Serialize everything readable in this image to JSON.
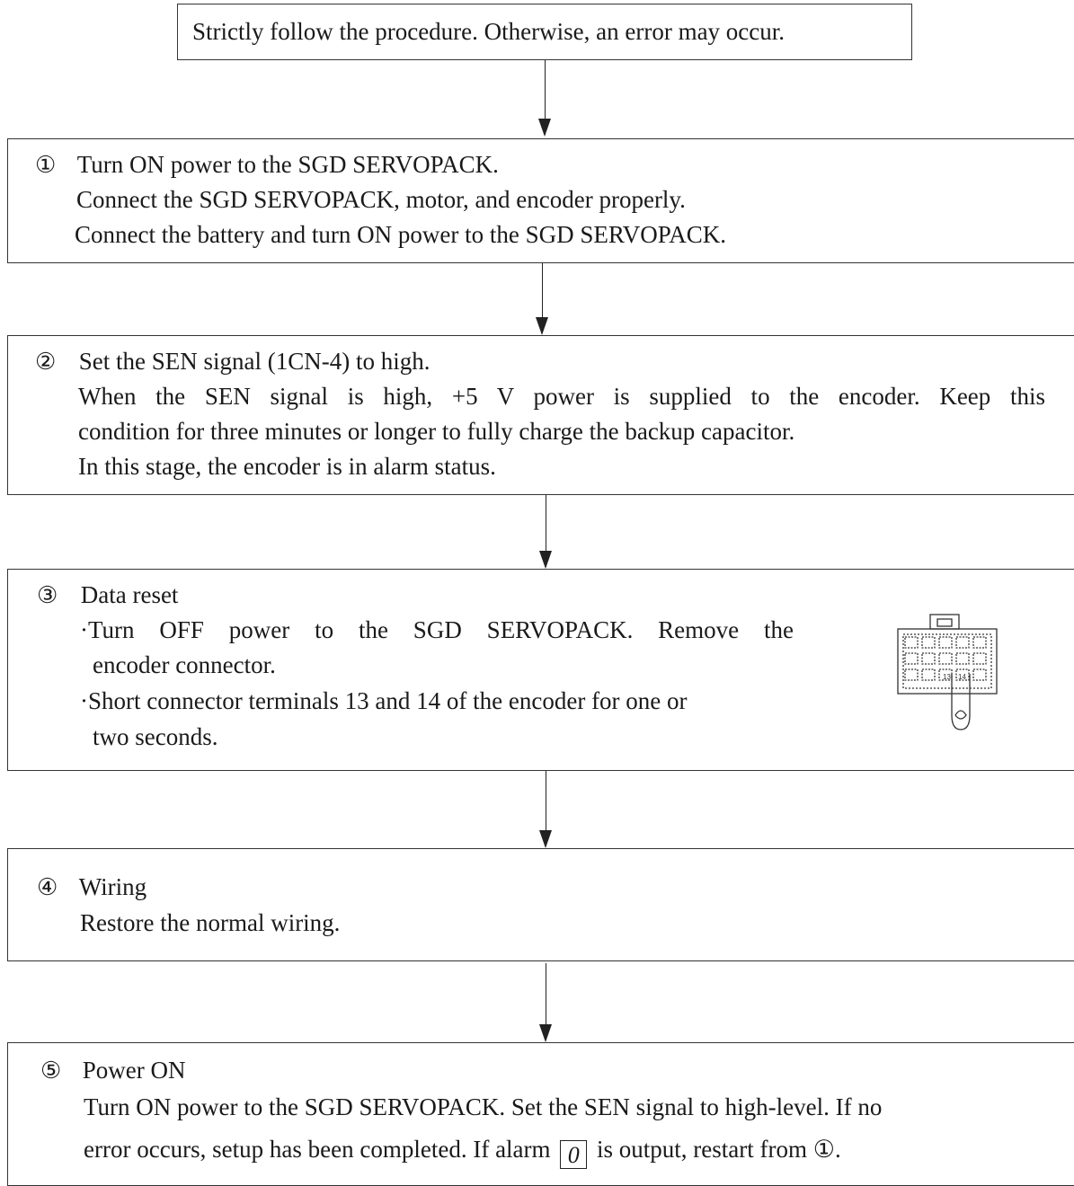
{
  "notice": "Strictly follow the procedure.  Otherwise, an error may occur.",
  "steps": [
    {
      "num": "①",
      "title": "Turn ON power to the SGD SERVOPACK.",
      "lines": [
        "Connect the SGD SERVOPACK, motor, and encoder properly.",
        "Connect the battery and turn ON power to the SGD SERVOPACK."
      ]
    },
    {
      "num": "②",
      "title": "Set the SEN signal (1CN-4) to high.",
      "lines": [
        "When the SEN signal is high, +5 V power is supplied to the encoder.  Keep this",
        "condition for three minutes or longer to fully charge the backup capacitor.",
        "In this stage, the encoder is in alarm status."
      ]
    },
    {
      "num": "③",
      "title": "Data reset",
      "lines": [
        "·Turn OFF power to the SGD SERVOPACK.  Remove the",
        "encoder connector.",
        "·Short connector terminals 13 and 14 of the encoder for one or",
        "two seconds."
      ],
      "connector_pins": [
        "13",
        "14"
      ]
    },
    {
      "num": "④",
      "title": "Wiring",
      "lines": [
        "Restore the normal wiring."
      ]
    },
    {
      "num": "⑤",
      "title": "Power ON",
      "lines": [
        "Turn ON power to the SGD SERVOPACK.  Set the SEN signal to high-level.  If no",
        "error occurs, setup has been completed.  If alarm",
        "is output, restart from ①."
      ],
      "alarm_symbol": "0"
    }
  ]
}
